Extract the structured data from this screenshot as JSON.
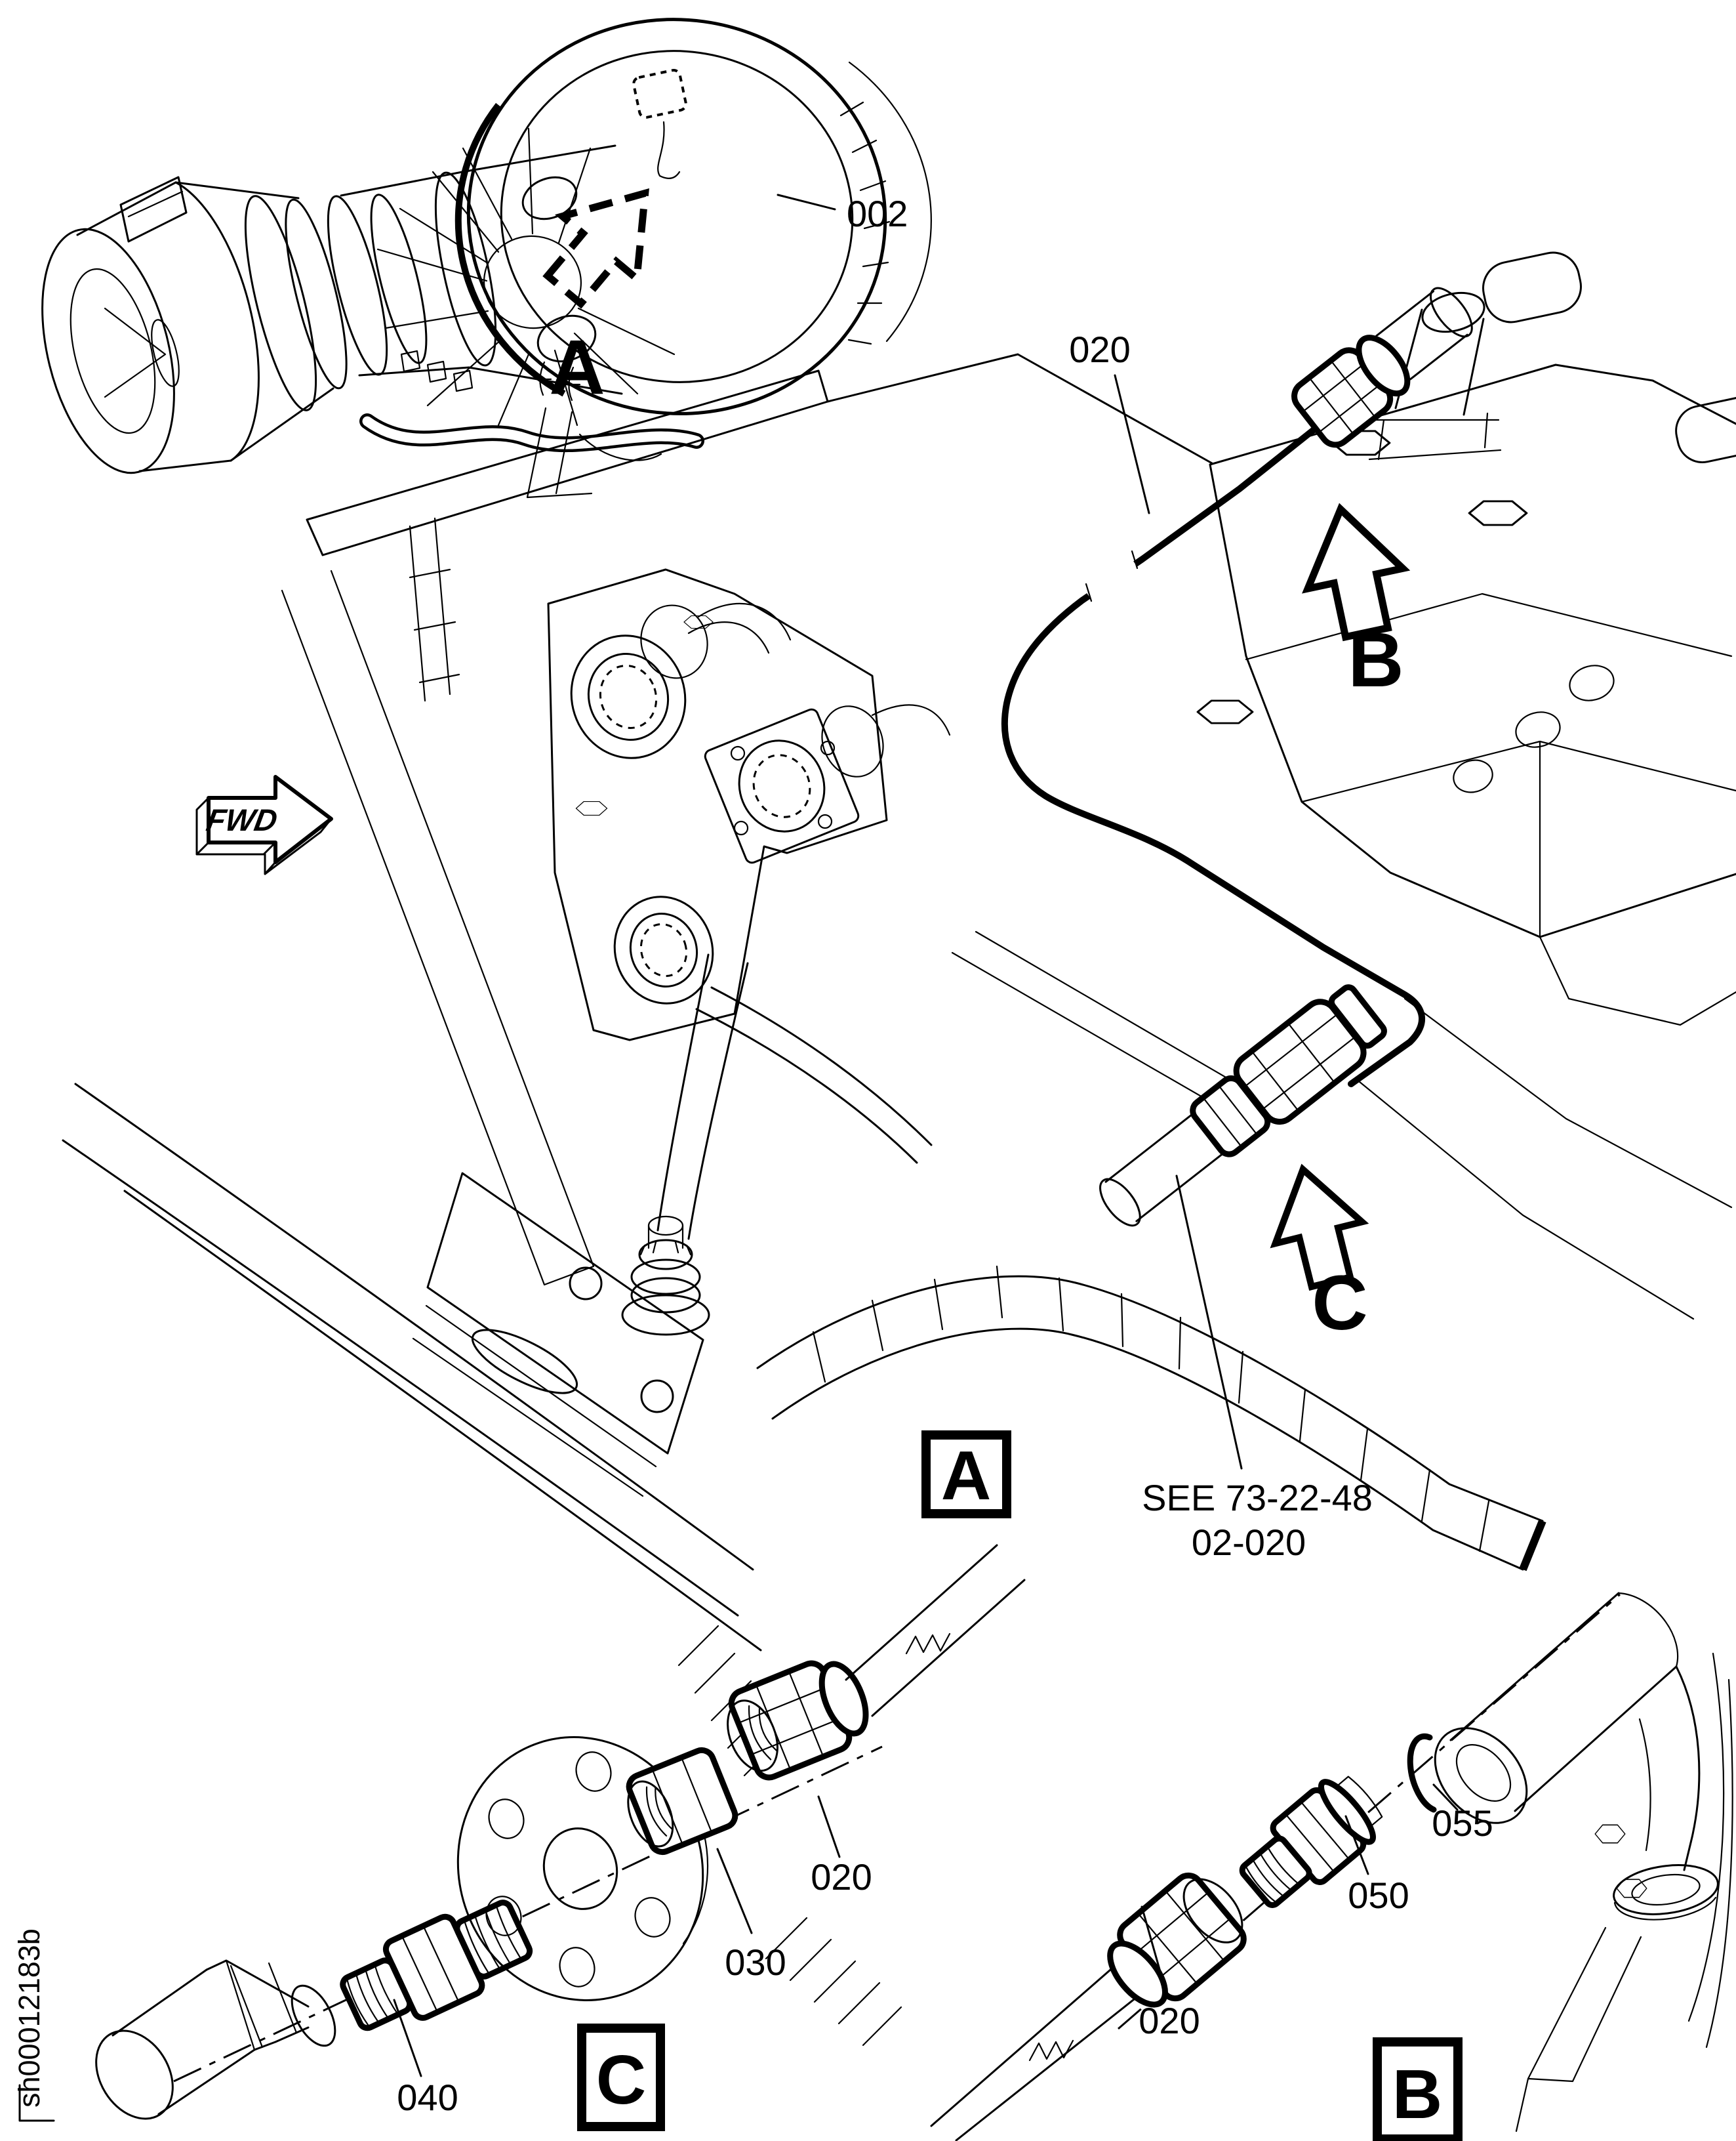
{
  "diagram": {
    "type": "illustrated-parts-figure",
    "sheet_id": "sh00012183b",
    "colors": {
      "ink": "#000000",
      "paper": "#ffffff"
    },
    "orientation": {
      "fwd_label": "FWD"
    },
    "main_view": {
      "engine_callout": "002",
      "detail_marker_a": "A",
      "tube_callout": "020",
      "detail_marker_b": "B",
      "detail_marker_c": "C",
      "reference_note_line1": "SEE 73-22-48",
      "reference_note_line2": "02-020",
      "detail_frame_label": "A"
    },
    "detail_view_c": {
      "frame_label": "C",
      "callout_tube_nut": "020",
      "callout_nut": "030",
      "callout_union": "040"
    },
    "detail_view_b": {
      "frame_label": "B",
      "callout_tube_nut": "020",
      "callout_union": "050",
      "callout_oring": "055"
    }
  }
}
